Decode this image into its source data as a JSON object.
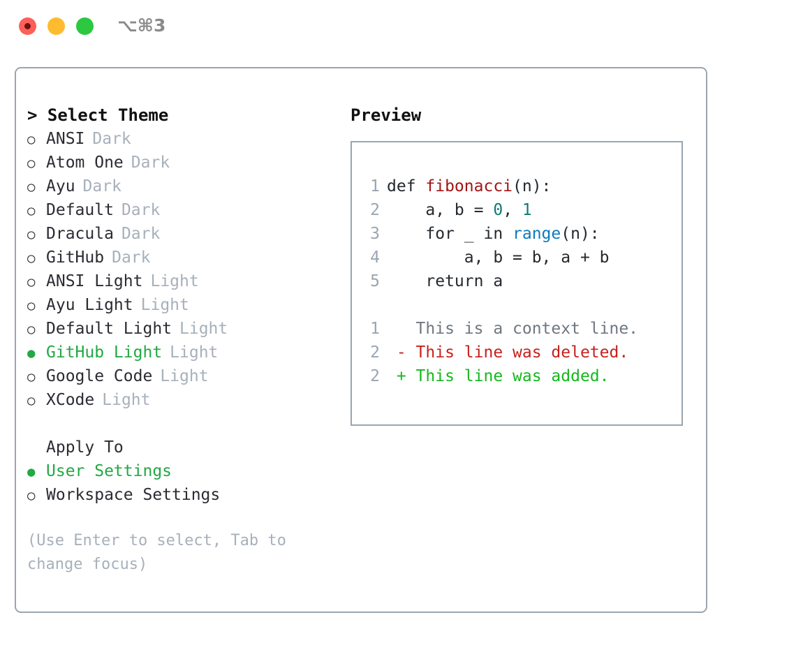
{
  "titlebar": {
    "shortcut": "⌥⌘3",
    "lights": [
      "close-red",
      "minimize-yellow",
      "maximize-green"
    ]
  },
  "theme_picker": {
    "header": "> Select Theme",
    "items": [
      {
        "marker": "○",
        "label": "ANSI",
        "tag": "Dark",
        "selected": false
      },
      {
        "marker": "○",
        "label": "Atom One",
        "tag": "Dark",
        "selected": false
      },
      {
        "marker": "○",
        "label": "Ayu",
        "tag": "Dark",
        "selected": false
      },
      {
        "marker": "○",
        "label": "Default",
        "tag": "Dark",
        "selected": false
      },
      {
        "marker": "○",
        "label": "Dracula",
        "tag": "Dark",
        "selected": false
      },
      {
        "marker": "○",
        "label": "GitHub",
        "tag": "Dark",
        "selected": false
      },
      {
        "marker": "○",
        "label": "ANSI Light",
        "tag": "Light",
        "selected": false
      },
      {
        "marker": "○",
        "label": "Ayu Light",
        "tag": "Light",
        "selected": false
      },
      {
        "marker": "○",
        "label": "Default Light",
        "tag": "Light",
        "selected": false
      },
      {
        "marker": "●",
        "label": "GitHub Light",
        "tag": "Light",
        "selected": true
      },
      {
        "marker": "○",
        "label": "Google Code",
        "tag": "Light",
        "selected": false
      },
      {
        "marker": "○",
        "label": "XCode",
        "tag": "Light",
        "selected": false
      }
    ]
  },
  "apply_to": {
    "header": "Apply To",
    "items": [
      {
        "marker": "●",
        "label": "User Settings",
        "selected": true
      },
      {
        "marker": "○",
        "label": "Workspace Settings",
        "selected": false
      }
    ]
  },
  "hint": "(Use Enter to select, Tab to change focus)",
  "preview": {
    "header": "Preview",
    "code_lines": [
      {
        "lineno": "1",
        "segments": [
          {
            "text": "def ",
            "style": "tok-def"
          },
          {
            "text": "fibonacci",
            "style": "tok-fn"
          },
          {
            "text": "(n):",
            "style": "tok-plain"
          }
        ]
      },
      {
        "lineno": "2",
        "segments": [
          {
            "text": "    a, b = ",
            "style": "tok-plain"
          },
          {
            "text": "0",
            "style": "tok-num"
          },
          {
            "text": ", ",
            "style": "tok-plain"
          },
          {
            "text": "1",
            "style": "tok-num"
          }
        ]
      },
      {
        "lineno": "3",
        "segments": [
          {
            "text": "    for _ in ",
            "style": "tok-plain"
          },
          {
            "text": "range",
            "style": "tok-call"
          },
          {
            "text": "(n):",
            "style": "tok-plain"
          }
        ]
      },
      {
        "lineno": "4",
        "segments": [
          {
            "text": "        a, b = b, a + b",
            "style": "tok-plain"
          }
        ]
      },
      {
        "lineno": "5",
        "segments": [
          {
            "text": "    return a",
            "style": "tok-plain"
          }
        ]
      },
      {
        "lineno": "",
        "segments": [
          {
            "text": " ",
            "style": "tok-plain"
          }
        ]
      },
      {
        "lineno": "1",
        "segments": [
          {
            "text": "   This is a context line.",
            "style": "diff-ctx"
          }
        ]
      },
      {
        "lineno": "2",
        "segments": [
          {
            "text": " - This line was deleted.",
            "style": "diff-del"
          }
        ]
      },
      {
        "lineno": "2",
        "segments": [
          {
            "text": " + This line was added.",
            "style": "diff-add"
          }
        ]
      }
    ]
  },
  "colors": {
    "accent_green": "#22a844",
    "muted": "#a7b0bb",
    "border": "#9aa5b1",
    "text": "#2b2b33",
    "diff_delete": "#c7211c",
    "diff_add": "#15b81f",
    "syntax_function": "#a31515",
    "syntax_number": "#107a76",
    "syntax_call": "#0b7bbd"
  }
}
